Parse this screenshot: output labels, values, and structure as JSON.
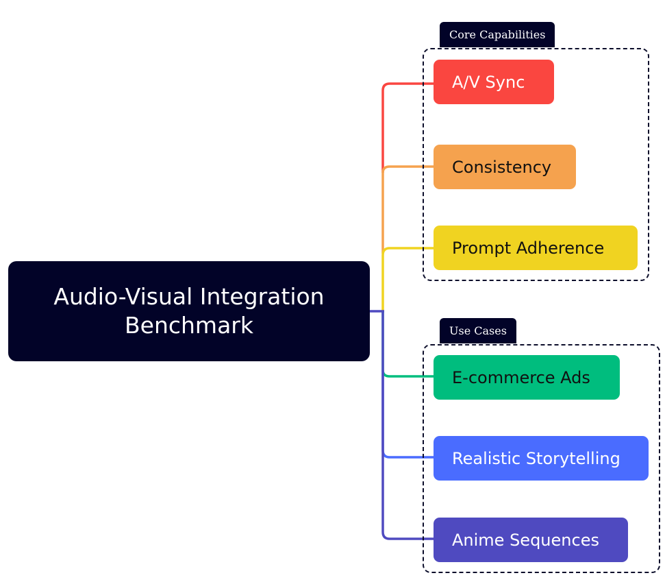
{
  "root": {
    "title": "Audio-Visual Integration Benchmark",
    "color": "#020328"
  },
  "groups": [
    {
      "label": "Core Capabilities",
      "nodes": [
        {
          "label": "A/V Sync",
          "color": "#fa4640",
          "text_color": "#ffffff"
        },
        {
          "label": "Consistency",
          "color": "#f5a24e",
          "text_color": "#111111"
        },
        {
          "label": "Prompt Adherence",
          "color": "#f0d321",
          "text_color": "#111111"
        }
      ]
    },
    {
      "label": "Use Cases",
      "nodes": [
        {
          "label": "E-commerce Ads",
          "color": "#00bd7e",
          "text_color": "#111111"
        },
        {
          "label": "Realistic Storytelling",
          "color": "#4a6cff",
          "text_color": "#ffffff"
        },
        {
          "label": "Anime Sequences",
          "color": "#4f4ac0",
          "text_color": "#ffffff"
        }
      ]
    }
  ]
}
